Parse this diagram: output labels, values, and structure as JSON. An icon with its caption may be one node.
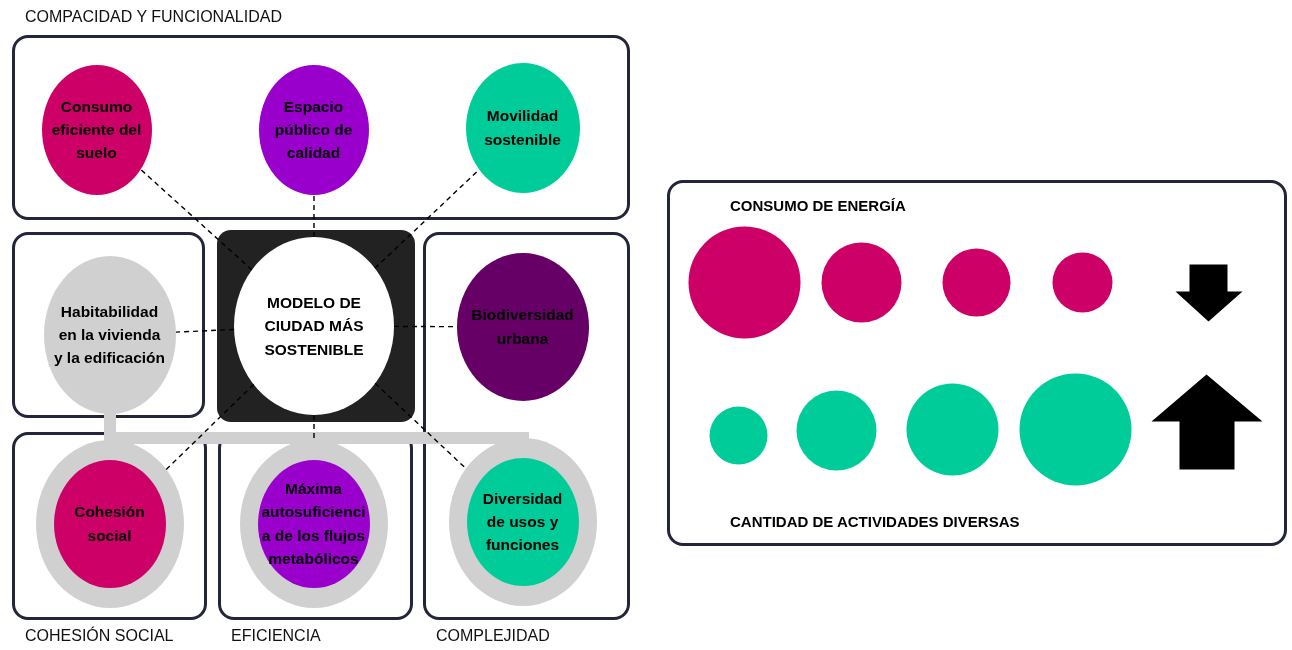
{
  "diagram": {
    "nodes": [
      {
        "text": [
          "COMPACIDAD Y FUNCIONALIDAD"
        ]
      },
      {
        "text": [
          "Consumo eficiente del suelo"
        ],
        "in": 0
      },
      {
        "text": [
          "Espacio público de calidad"
        ],
        "in": 0
      },
      {
        "text": [
          "Movilidad sostenible"
        ],
        "in": 0
      },
      {
        "text": [],
        "shape": "box"
      },
      {
        "text": [
          "Habitabilidad en la vivienda y la edificación"
        ],
        "in": 4
      },
      {
        "text": [],
        "shape": "box"
      },
      {
        "text": [
          "MODELO DE CIUDAD MÁS SOSTENIBLE"
        ],
        "in": 6
      },
      {
        "text": [
          "COMPLEJIDAD"
        ]
      },
      {
        "text": [
          "Biodiversidad urbana"
        ],
        "in": 8
      },
      {
        "text": [
          "COHESIÓN SOCIAL"
        ]
      },
      {
        "text": [
          "Cohesión social"
        ],
        "in": 10
      },
      {
        "text": [
          "EFICIENCIA"
        ]
      },
      {
        "text": [
          "Máxima autosuficiencia de los flujos metabólicos"
        ],
        "in": 12
      },
      {
        "text": [
          "Diversidad de usos y funciones"
        ],
        "in": 8
      },
      {
        "text": [
          "CONSUMO DE ENERGÍA",
          "CANTIDAD DE ACTIVIDADES DIVERSAS"
        ]
      }
    ],
    "edges": [
      {
        "from": 7,
        "to": 1,
        "arrow": "none",
        "style": "dashed"
      },
      {
        "from": 7,
        "to": 2,
        "arrow": "none",
        "style": "dashed"
      },
      {
        "from": 7,
        "to": 3,
        "arrow": "none",
        "style": "dashed"
      },
      {
        "from": 7,
        "to": 5,
        "arrow": "none",
        "style": "dashed"
      },
      {
        "from": 7,
        "to": 9,
        "arrow": "none",
        "style": "dashed"
      },
      {
        "from": 7,
        "to": 11,
        "arrow": "none",
        "style": "dashed"
      },
      {
        "from": 7,
        "to": 13,
        "arrow": "none",
        "style": "dashed"
      },
      {
        "from": 7,
        "to": 14,
        "arrow": "none",
        "style": "dashed"
      },
      {
        "from": 5,
        "to": 11,
        "arrow": "none",
        "style": "thick",
        "color": "#d0d0d0"
      },
      {
        "from": 5,
        "to": 13,
        "arrow": "none",
        "style": "thick",
        "color": "#d0d0d0"
      },
      {
        "from": 5,
        "to": 14,
        "arrow": "none",
        "style": "thick",
        "color": "#d0d0d0"
      }
    ]
  }
}
